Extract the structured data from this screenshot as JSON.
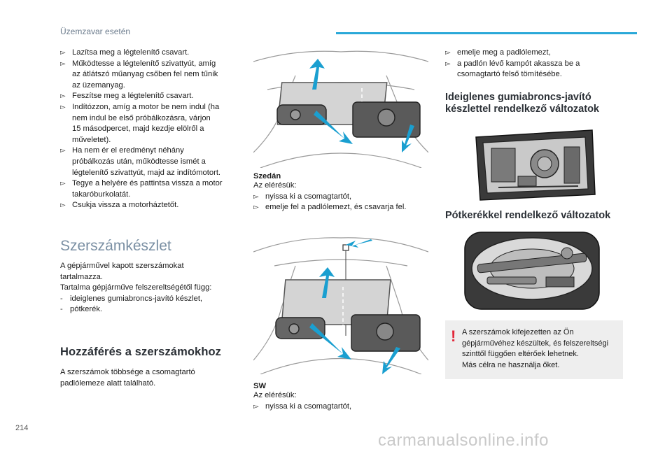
{
  "header": {
    "section": "Üzemzavar esetén"
  },
  "col1": {
    "bullets": [
      "Lazítsa meg a légtelenítő csavart.",
      "Működtesse a légtelenítő szivattyút, amíg",
      "az átlátszó műanyag csőben fel nem tűnik",
      "az üzemanyag.",
      "Feszítse meg a légtelenítő csavart.",
      "Indítózzon, amíg a motor be nem indul (ha",
      "nem indul be első próbálkozásra, várjon",
      "15 másodpercet, majd kezdje elölről a",
      "műveletet).",
      "Ha nem ér el eredményt néhány",
      "próbálkozás után, működtesse ismét a",
      "légtelenítő szivattyút, majd az indítómotort.",
      "Tegye a helyére és pattintsa vissza a motor",
      "takaróburkolatát.",
      "Csukja vissza a motorháztetőt."
    ],
    "toolkit_title": "Szerszámkészlet",
    "toolkit_lines": [
      "A gépjárművel kapott szerszámokat",
      "tartalmazza.",
      "Tartalma gépjárműve felszereltségétől függ:"
    ],
    "toolkit_items": [
      "ideiglenes gumiabroncs-javító készlet,",
      "pótkerék."
    ],
    "access_title": "Hozzáférés a szerszámokhoz",
    "access_lines": [
      "A szerszámok többsége a csomagtartó",
      "padlólemeze alatt található."
    ]
  },
  "col2": {
    "sedan_title": "Szedán",
    "sedan_intro": "Az elérésük:",
    "sedan_items": [
      "nyissa ki a csomagtartót,",
      "emelje fel a padlólemezt, és csavarja fel."
    ],
    "sw_title": "SW",
    "sw_intro": "Az elérésük:",
    "sw_items": [
      "nyissa ki a csomagtartót,"
    ]
  },
  "col3": {
    "items": [
      "emelje meg a padlólemezt,",
      "a padlón lévő kampót akassza be a",
      "csomagtartó felső tömítésébe."
    ],
    "repair_title_1": "Ideiglenes gumiabroncs-javító",
    "repair_title_2": "készlettel rendelkező változatok",
    "spare_title": "Pótkerékkel rendelkező változatok",
    "warning_mark": "!",
    "warning_lines": [
      "A szerszámok kifejezetten az Ön",
      "gépjárművéhez készültek, és felszereltségi",
      "szinttől függően eltérőek lehetnek.",
      "Más célra ne használja őket."
    ]
  },
  "footer": {
    "page_number": "214",
    "watermark": "carmanualsonline.info"
  },
  "colors": {
    "accent": "#2aa8d8",
    "arrow": "#1a9fd0",
    "warning": "#e2273a"
  },
  "icons": {
    "bullet": "arrow-bullet-icon"
  }
}
